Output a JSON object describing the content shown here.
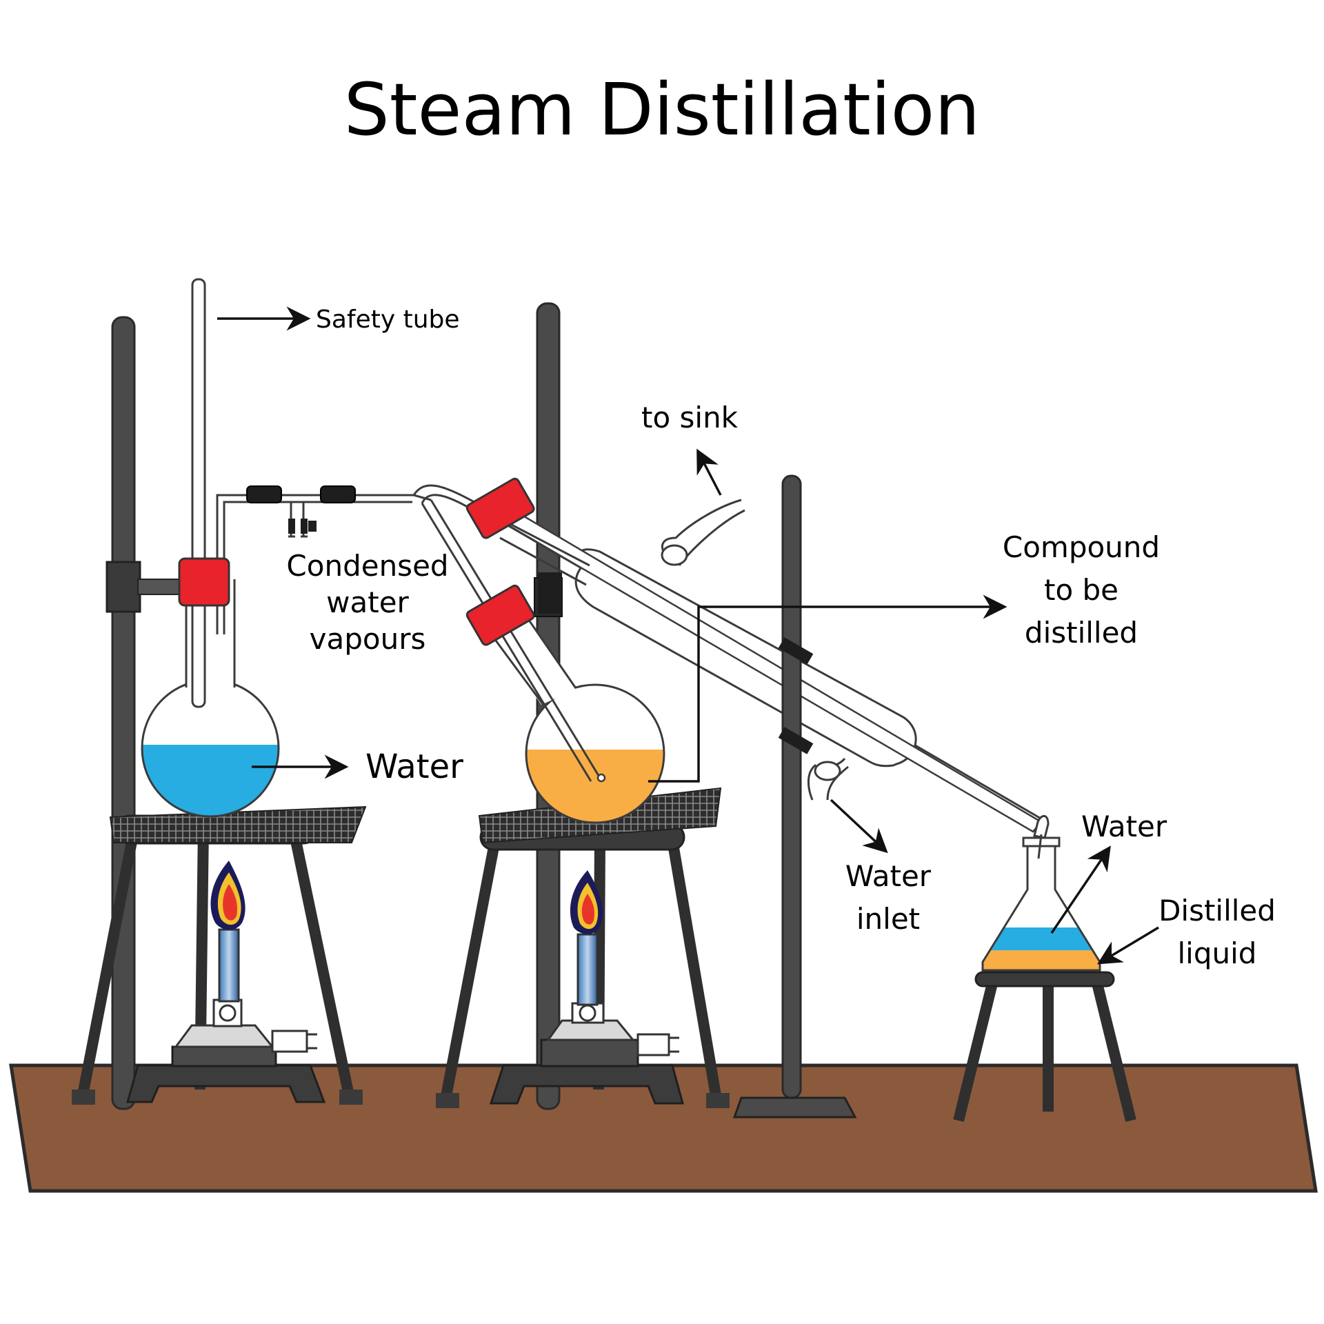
{
  "title": "Steam Distillation",
  "labels": {
    "safety_tube": "Safety tube",
    "condensed_line1": "Condensed",
    "condensed_line2": "water",
    "condensed_line3": "vapours",
    "water_left": "Water",
    "to_sink": "to sink",
    "compound_line1": "Compound",
    "compound_line2": "to be",
    "compound_line3": "distilled",
    "water_inlet_line1": "Water",
    "water_inlet_line2": "inlet",
    "water_right": "Water",
    "distilled_line1": "Distilled",
    "distilled_line2": "liquid"
  },
  "colors": {
    "water": "#27ade2",
    "compound": "#f8ad45",
    "clamp": "#e8232b",
    "table": "#8b5a3c",
    "stand": "#4a4a4a"
  }
}
